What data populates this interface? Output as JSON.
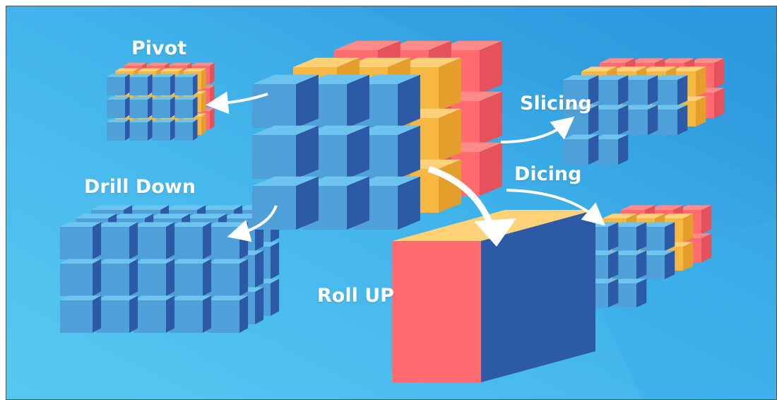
{
  "labels": {
    "pivot": "Pivot",
    "slicing": "Slicing",
    "dicing": "Dicing",
    "drill_down": "Drill Down",
    "roll_up": "Roll UP"
  },
  "colors": {
    "background_light": "#4cc0ee",
    "background_dark": "#2a8fd8",
    "blue_top": "#6cc4ef",
    "blue_left": "#4f9fd8",
    "blue_right": "#2d5aa6",
    "yellow_top": "#ffd27a",
    "yellow_left": "#f6b843",
    "yellow_right": "#e39e2c",
    "red_top": "#ff8a8a",
    "red_left": "#ff6b6f",
    "red_right": "#e5525c",
    "arrow": "#ffffff"
  },
  "icons": {
    "arrow": "curved-arrow-icon"
  }
}
